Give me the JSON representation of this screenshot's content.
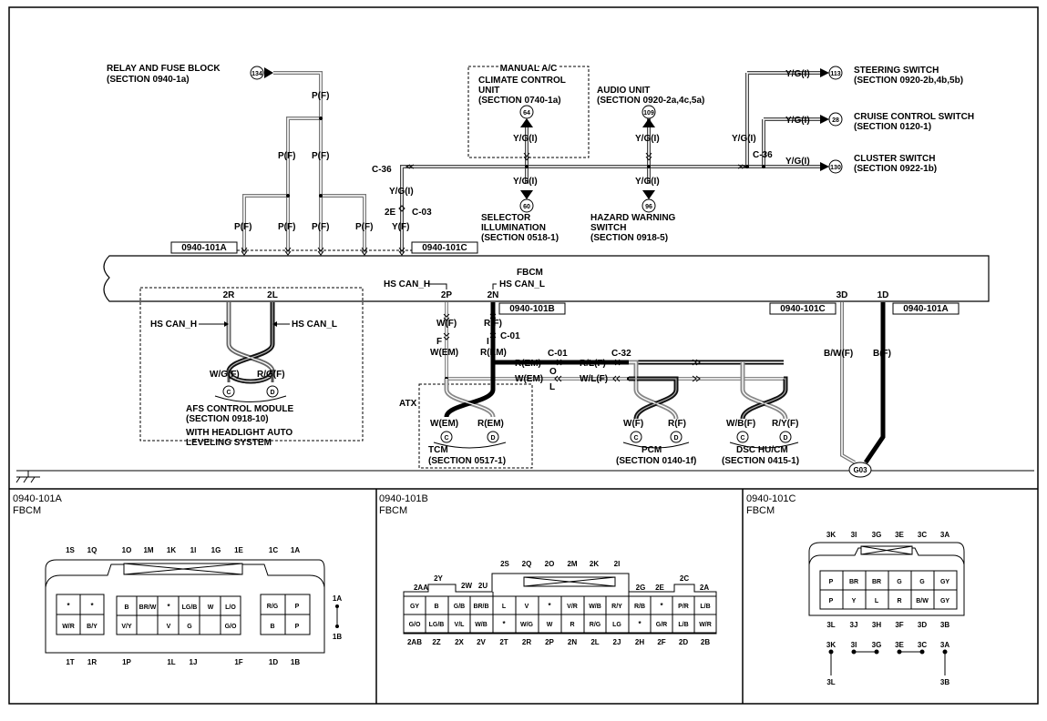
{
  "frame": {
    "stroke": "#000000",
    "paper": "#ffffff"
  },
  "wire_colors": {
    "pink": "#888888",
    "yellow_green": "#555555",
    "white_line": "#ffffff",
    "black": "#000000"
  },
  "upper": {
    "relay_fuse": {
      "name": "RELAY AND FUSE BLOCK",
      "section": "(SECTION 0940-1a)",
      "ref": "134"
    },
    "manual_ac": {
      "title": "MANUAL A/C",
      "name1": "CLIMATE CONTROL",
      "name2": "UNIT",
      "section": "(SECTION 0740-1a)",
      "ref": "64"
    },
    "audio": {
      "name": "AUDIO UNIT",
      "section": "(SECTION 0920-2a,4c,5a)",
      "ref": "109"
    },
    "steering": {
      "name": "STEERING SWITCH",
      "section": "(SECTION 0920-2b,4b,5b)",
      "ref": "113"
    },
    "cruise": {
      "name": "CRUISE CONTROL SWITCH",
      "section": "(SECTION 0120-1)",
      "ref": "28"
    },
    "cluster": {
      "name": "CLUSTER SWITCH",
      "section": "(SECTION 0922-1b)",
      "ref": "130"
    },
    "selector": {
      "name1": "SELECTOR",
      "name2": "ILLUMINATION",
      "section": "(SECTION 0518-1)",
      "ref": "60"
    },
    "hazard": {
      "name1": "HAZARD WARNING",
      "name2": "SWITCH",
      "section": "(SECTION 0918-5)",
      "ref": "96"
    },
    "wire_pf": "P(F)",
    "wire_ygi": "Y/G(I)",
    "wire_yf": "Y(F)",
    "conn_c36": "C-36",
    "conn_c03": "C-03",
    "pin_2e": "2E",
    "pins_top": [
      "1A",
      "1B",
      "3K",
      "3L",
      "3J"
    ],
    "tag_101a": "0940-101A",
    "tag_101c": "0940-101C"
  },
  "fbcm": {
    "name": "FBCM",
    "hs_can_h": "HS CAN_H",
    "hs_can_l": "HS CAN_L",
    "pin_2r": "2R",
    "pin_2l": "2L",
    "pin_2p": "2P",
    "pin_2n": "2N",
    "pin_3d": "3D",
    "pin_1d": "1D",
    "tag_101b": "0940-101B",
    "tag_101c": "0940-101C",
    "tag_101a": "0940-101A"
  },
  "lower": {
    "afs": {
      "can_h": "HS CAN_H",
      "can_l": "HS CAN_L",
      "wire1": "W/G(F)",
      "wire2": "R/G(F)",
      "c": "C",
      "d": "D",
      "name": "AFS CONTROL MODULE",
      "section": "(SECTION 0918-10)",
      "note1": "WITH HEADLIGHT AUTO",
      "note2": "LEVELING SYSTEM"
    },
    "wf": "W(F)",
    "rf": "R(F)",
    "f": "F",
    "i": "I",
    "c01": "C-01",
    "wem": "W(EM)",
    "rem": "R(EM)",
    "c01b": "C-01",
    "c32": "C-32",
    "o": "O",
    "l": "L",
    "rlf": "R/L(F)",
    "wlf": "W/L(F)",
    "atx": "ATX",
    "tcm": {
      "w": "W(EM)",
      "r": "R(EM)",
      "c": "C",
      "d": "D",
      "name": "TCM",
      "section": "(SECTION 0517-1)"
    },
    "pcm": {
      "w": "W(F)",
      "r": "R(F)",
      "c": "C",
      "d": "D",
      "name": "PCM",
      "section": "(SECTION 0140-1f)"
    },
    "dsc": {
      "w": "W/B(F)",
      "r": "R/Y(F)",
      "c": "C",
      "d": "D",
      "name": "DSC HU/CM",
      "section": "(SECTION 0415-1)"
    },
    "bwf": "B/W(F)",
    "bf": "B(F)",
    "ground": "G03"
  },
  "panels": {
    "a": {
      "id": "0940-101A",
      "name": "FBCM",
      "top_pins": [
        "1S",
        "1Q",
        "1O",
        "1M",
        "1K",
        "1I",
        "1G",
        "1E",
        "1C",
        "1A"
      ],
      "bottom_pins": [
        "1T",
        "1R",
        "1P",
        "1L",
        "1J",
        "1F",
        "1D",
        "1B"
      ],
      "jumper": [
        "1A",
        "1B"
      ],
      "row1": [
        "*",
        "*",
        "B",
        "BR/W",
        "*",
        "LG/B",
        "W",
        "L/O",
        "R/G",
        "P"
      ],
      "row2": [
        "W/R",
        "B/Y",
        "V/Y",
        "",
        "V",
        "G",
        "",
        "G/O",
        "B",
        "P"
      ]
    },
    "b": {
      "id": "0940-101B",
      "name": "FBCM",
      "top_pins": [
        "2S",
        "2Q",
        "2O",
        "2M",
        "2K",
        "2I"
      ],
      "side_left": [
        "2AA",
        "2Y",
        "2W",
        "2U"
      ],
      "side_right": [
        "2G",
        "2E",
        "2C",
        "2A"
      ],
      "bottom_pins": [
        "2AB",
        "2Z",
        "2X",
        "2V",
        "2T",
        "2R",
        "2P",
        "2N",
        "2L",
        "2J",
        "2H",
        "2F",
        "2D",
        "2B"
      ],
      "row1": [
        "GY",
        "B",
        "G/B",
        "BR/B",
        "L",
        "V",
        "*",
        "V/R",
        "W/B",
        "R/Y",
        "R/B",
        "*",
        "P/R",
        "L/B"
      ],
      "row2": [
        "G/O",
        "LG/B",
        "V/L",
        "W/B",
        "*",
        "W/G",
        "W",
        "R",
        "R/G",
        "LG",
        "*",
        "G/R",
        "L/B",
        "W/R"
      ]
    },
    "c": {
      "id": "0940-101C",
      "name": "FBCM",
      "top_pins": [
        "3K",
        "3I",
        "3G",
        "3E",
        "3C",
        "3A"
      ],
      "bottom_pins": [
        "3L",
        "3J",
        "3H",
        "3F",
        "3D",
        "3B"
      ],
      "row1": [
        "P",
        "BR",
        "BR",
        "G",
        "G",
        "GY"
      ],
      "row2": [
        "P",
        "Y",
        "L",
        "R",
        "B/W",
        "GY"
      ],
      "jumper_top": [
        "3K",
        "3I",
        "3G",
        "3E",
        "3C",
        "3A"
      ],
      "jumper_bottom": [
        "3L",
        "3B"
      ]
    }
  }
}
